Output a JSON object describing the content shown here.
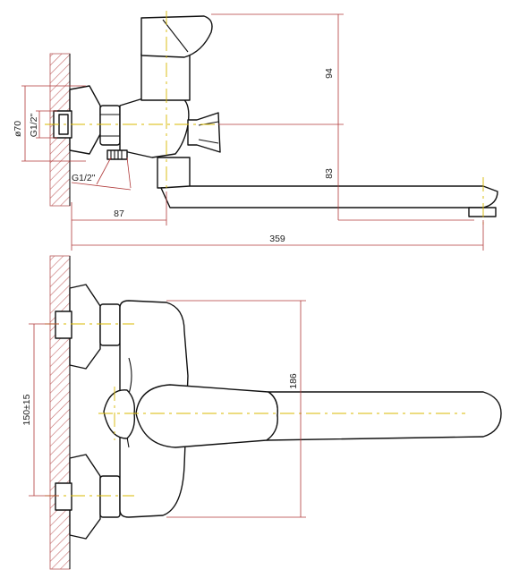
{
  "dimensions": {
    "height_spout_top": "94",
    "height_spout_bottom": "83",
    "outlet_diameter": "ø70",
    "inlet_thread": "G1/2\"",
    "diverter_thread": "G1/2\"",
    "wall_to_axis": "87",
    "total_length": "359",
    "center_distance": "150±15",
    "body_height": "186"
  },
  "colors": {
    "dimension_lines": "#b03a3a",
    "center_lines": "#d8b800",
    "outline": "#111111",
    "wall_hatch": "#b85a5a"
  }
}
